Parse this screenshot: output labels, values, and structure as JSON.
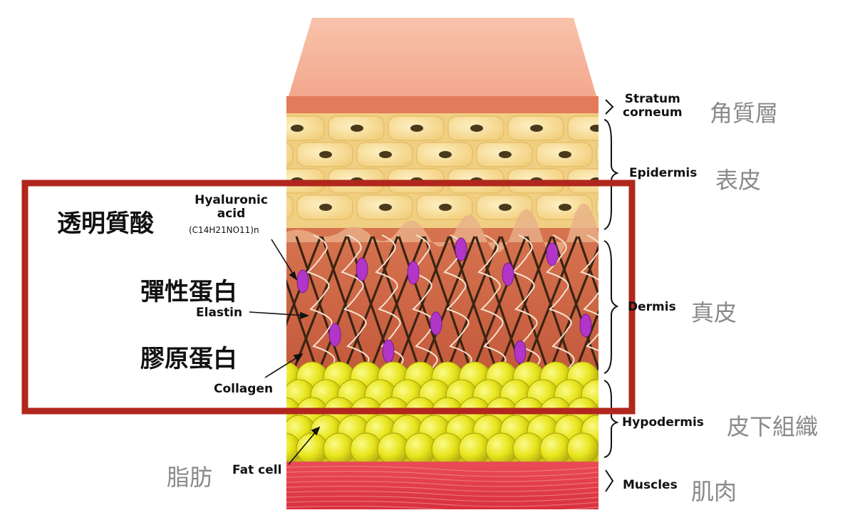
{
  "layers": [
    {
      "id": "stratum-corneum",
      "en": "Stratum\ncorneum",
      "en_line1": "Stratum",
      "en_line2": "corneum",
      "zh": "角質層"
    },
    {
      "id": "epidermis",
      "en": "Epidermis",
      "zh": "表皮"
    },
    {
      "id": "dermis",
      "en": "Dermis",
      "zh": "真皮"
    },
    {
      "id": "hypodermis",
      "en": "Hypodermis",
      "zh": "皮下組織"
    },
    {
      "id": "muscles",
      "en": "Muscles",
      "zh": "肌肉"
    }
  ],
  "components": {
    "hyaluronic": {
      "zh": "透明質酸",
      "en_line1": "Hyaluronic",
      "en_line2": "acid",
      "formula": "(C14H21NO11)n"
    },
    "elastin": {
      "zh": "彈性蛋白",
      "en": "Elastin"
    },
    "collagen": {
      "zh": "膠原蛋白",
      "en": "Collagen"
    },
    "fat_cell": {
      "zh": "脂肪",
      "en": "Fat cell"
    }
  },
  "colors": {
    "highlight_box": "#b0271d",
    "skin_top": "#f6b59e",
    "stratum_band": "#e37a5a",
    "epidermis_cells": "#f7dc95",
    "dermis": "#c8603f",
    "fat": "#e8e51c",
    "muscle": "#e23b4a",
    "hyaluronic_cells": "#b235c9"
  }
}
